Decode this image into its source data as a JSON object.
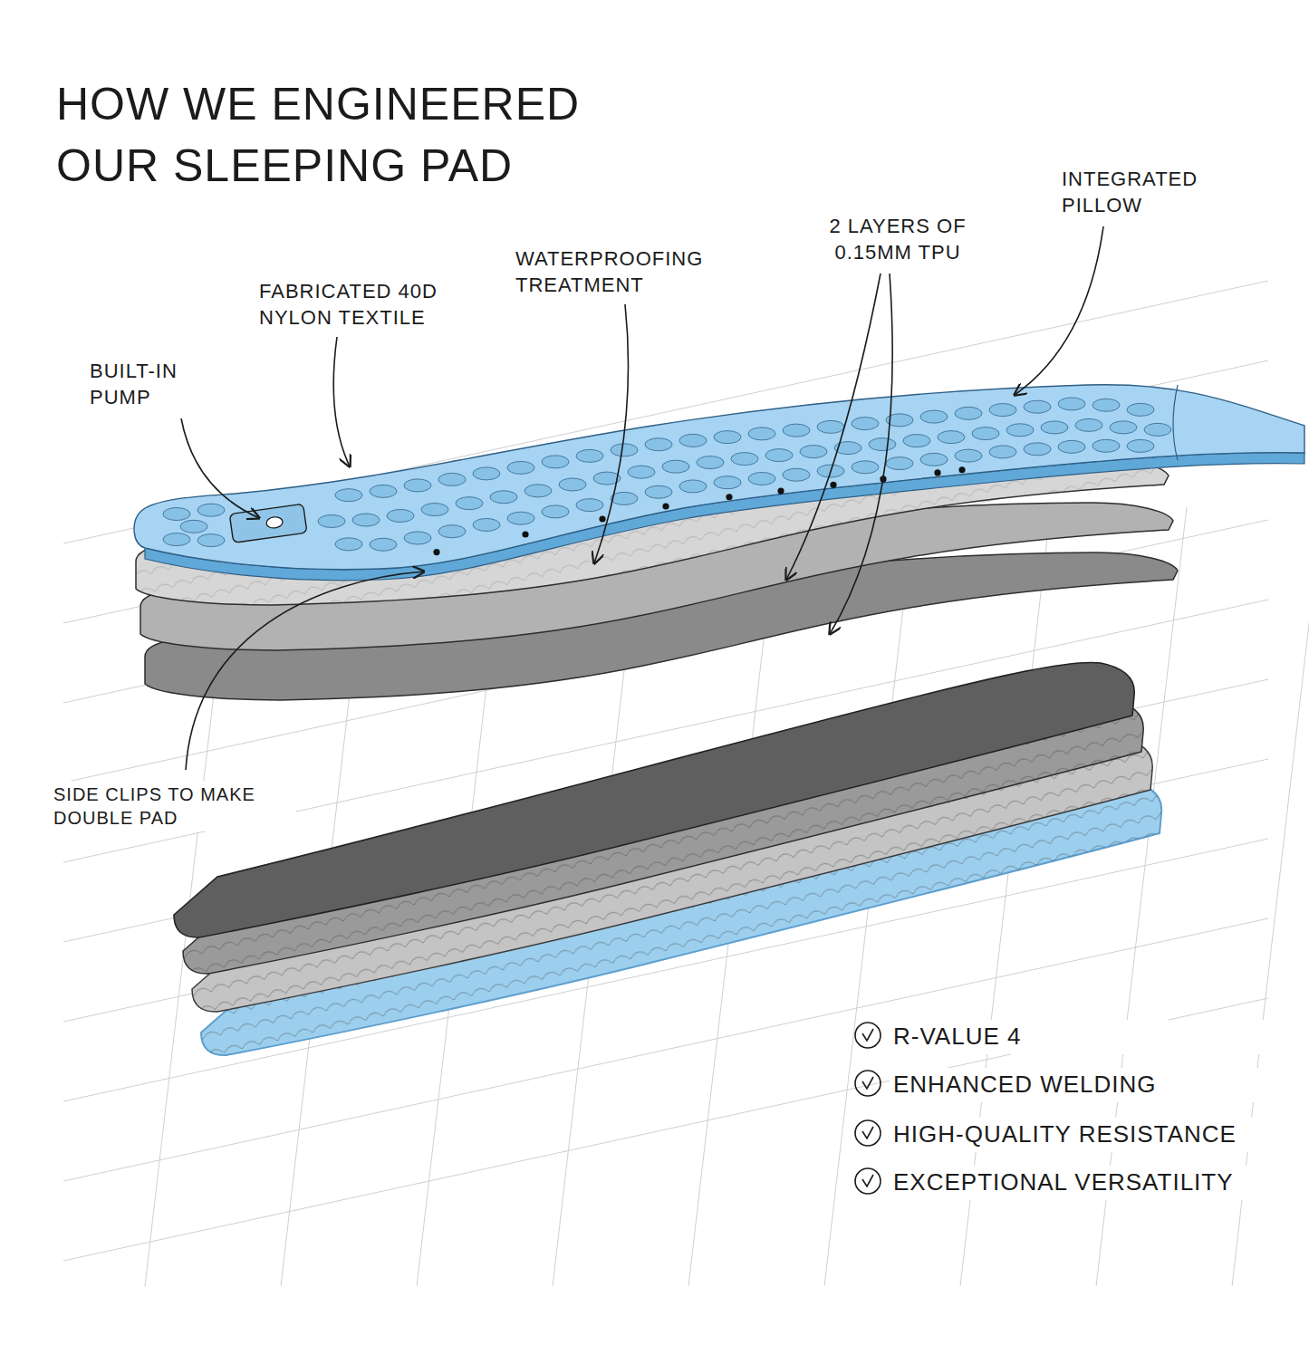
{
  "diagram": {
    "title": "HOW WE ENGINEERED OUR SLEEPING PAD",
    "labels": [
      "BUILT-IN PUMP",
      "FABRICATED 40D NYLON TEXTILE",
      "WATERPROOFING TREATMENT",
      "2 LAYERS OF 0.15MM TPU",
      "INTEGRATED PILLOW",
      "SIDE CLIPS TO MAKE DOUBLE PAD",
      "R-VALUE 4",
      "ENHANCED WELDING",
      "HIGH-QUALITY RESISTANCE",
      "EXCEPTIONAL VERSATILITY"
    ]
  }
}
